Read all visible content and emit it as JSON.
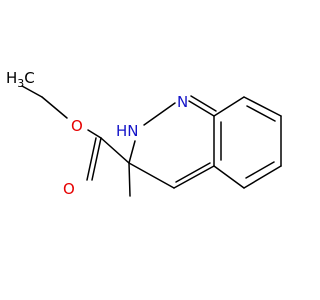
{
  "molecule": {
    "atoms": {
      "ester_o_main": "O",
      "carbonyl_o_main": "O",
      "ring_n_main": "N",
      "nh_h_main": "H",
      "nh_n_main": "N",
      "ch3_c_main": "C",
      "ch3_h_main": "H",
      "ch3_sub": "3"
    },
    "colors": {
      "bond": "#000000",
      "oxygen": "#e60000",
      "nitrogen": "#1414c8"
    }
  }
}
